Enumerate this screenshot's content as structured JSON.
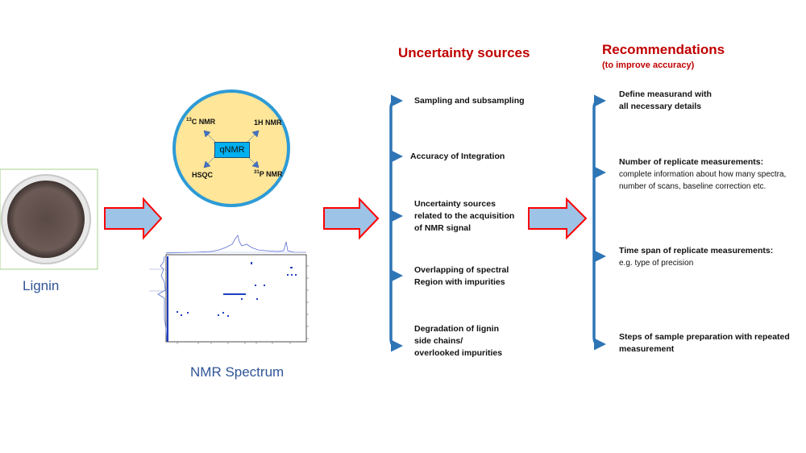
{
  "lignin": {
    "caption": "Lignin"
  },
  "qnmr": {
    "center": "qNMR",
    "tl": {
      "sup": "13",
      "text": "C NMR"
    },
    "tr": {
      "text": "1H NMR"
    },
    "bl": {
      "text": "HSQC"
    },
    "br": {
      "sup": "31",
      "text": "P NMR"
    }
  },
  "spectrum": {
    "caption": "NMR Spectrum"
  },
  "uncertainty": {
    "title": "Uncertainty sources",
    "items": [
      {
        "l1": "Sampling and subsampling"
      },
      {
        "l1": "Accuracy of Integration"
      },
      {
        "l1": "Uncertainty sources",
        "l2": "related to the acquisition",
        "l3": "of NMR signal"
      },
      {
        "l1": "Overlapping of spectral",
        "l2": "Region with impurities"
      },
      {
        "l1": "Degradation of lignin",
        "l2": "side chains/",
        "l3": "overlooked impurities"
      }
    ]
  },
  "recommendations": {
    "title": "Recommendations",
    "subtitle": "(to improve accuracy)",
    "items": [
      {
        "l1": "Define measurand with",
        "l2": "all necessary details"
      },
      {
        "l1": "Number of replicate measurements:",
        "d1": "complete information about how many spectra,",
        "d2": " number of scans, baseline correction etc."
      },
      {
        "l1": "Time span of replicate measurements:",
        "d1": "e.g. type of precision"
      },
      {
        "l1": "Steps of sample preparation with repeated",
        "l2": "measurement"
      }
    ]
  },
  "colors": {
    "arrow_fill": "#9dc3e6",
    "arrow_stroke": "#ff0000",
    "bracket": "#2e75b6",
    "circle_fill": "#ffe699",
    "circle_stroke": "#2e9bd6",
    "title": "#c00000",
    "caption": "#2f5597"
  }
}
